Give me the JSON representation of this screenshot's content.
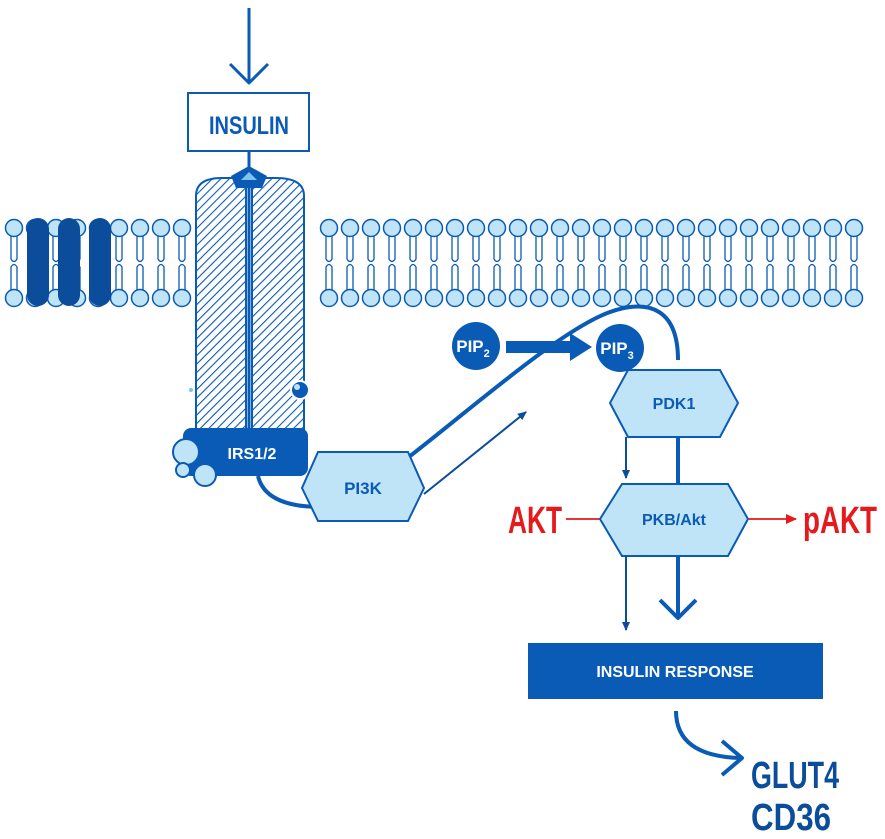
{
  "labels": {
    "insulin": "INSULIN",
    "irs": "IRS1/2",
    "pi3k": "PI3K",
    "pip2_main": "PIP",
    "pip2_sub": "2",
    "pip3_main": "PIP",
    "pip3_sub": "3",
    "pdk1": "PDK1",
    "pkb": "PKB/Akt",
    "akt": "AKT",
    "pakt": "pAKT",
    "insulin_response": "INSULIN RESPONSE",
    "glut4": "GLUT4",
    "cd36": "CD36"
  },
  "colors": {
    "primary": "#0a5bb5",
    "dark": "#0b4d9a",
    "light_fill": "#bfe3f7",
    "red": "#e41a1c",
    "white": "#ffffff"
  }
}
